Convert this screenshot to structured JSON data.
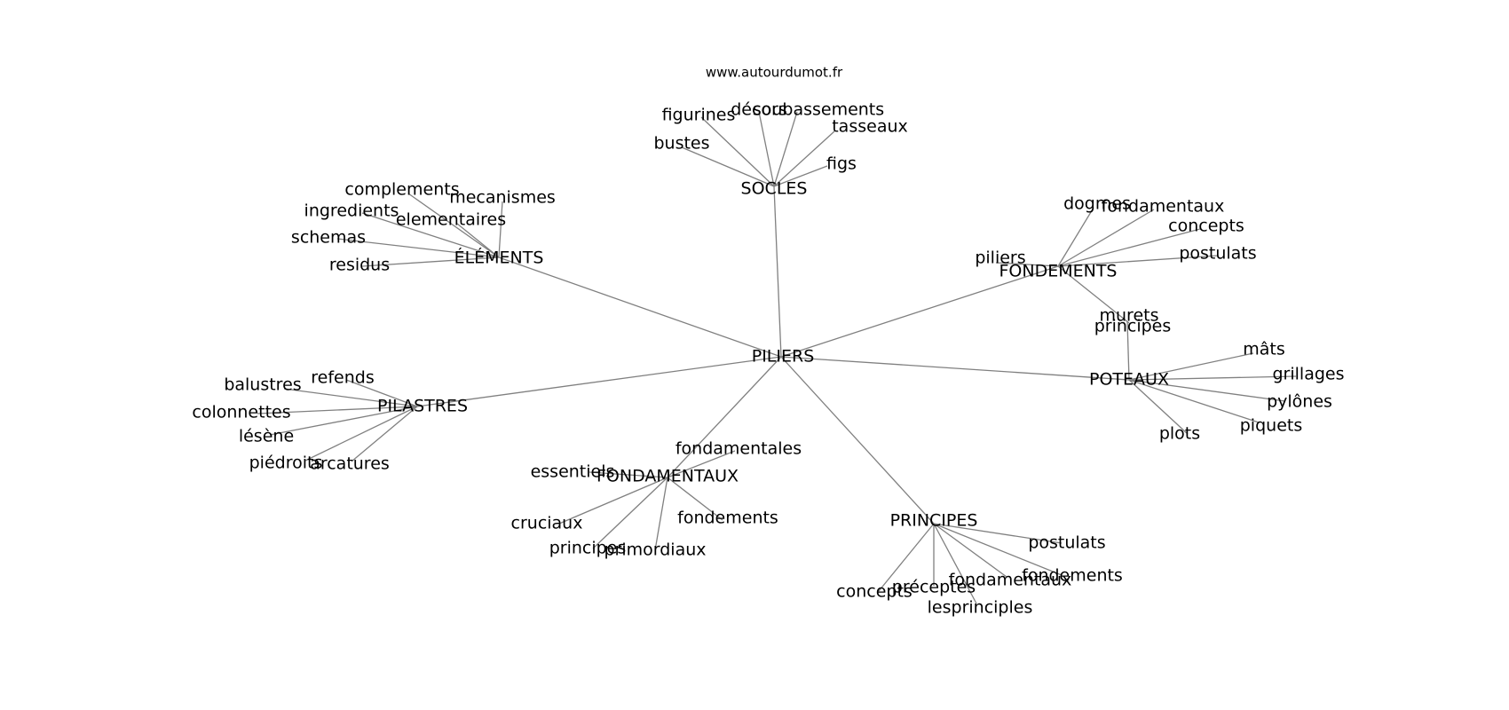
{
  "site": "www.autourdumot.fr",
  "colors": {
    "edge": "#808080",
    "text": "#000000",
    "background": "#ffffff"
  },
  "graph": {
    "center": "PILIERS",
    "clusters": [
      {
        "hub": "SOCLES",
        "leaves": [
          "figurines",
          "décors",
          "soubassements",
          "tasseaux",
          "bustes",
          "figs"
        ]
      },
      {
        "hub": "ÉLÉMENTS",
        "leaves": [
          "complements",
          "mecanismes",
          "ingredients",
          "elementaires",
          "schemas",
          "residus"
        ]
      },
      {
        "hub": "FONDEMENTS",
        "leaves": [
          "dogmes",
          "fondamentaux",
          "concepts",
          "piliers",
          "postulats",
          "principes"
        ]
      },
      {
        "hub": "POTEAUX",
        "leaves": [
          "murets",
          "mâts",
          "grillages",
          "pylônes",
          "piquets",
          "plots"
        ]
      },
      {
        "hub": "PILASTRES",
        "leaves": [
          "refends",
          "balustres",
          "colonnettes",
          "lésène",
          "piédroits",
          "arcatures"
        ]
      },
      {
        "hub": "FONDAMENTAUX",
        "leaves": [
          "fondamentales",
          "essentiels",
          "cruciaux",
          "fondements",
          "principes",
          "primordiaux"
        ]
      },
      {
        "hub": "PRINCIPES",
        "leaves": [
          "postulats",
          "fondements",
          "fondamentaux",
          "préceptes",
          "concepts",
          "lesprinciples"
        ]
      }
    ]
  }
}
